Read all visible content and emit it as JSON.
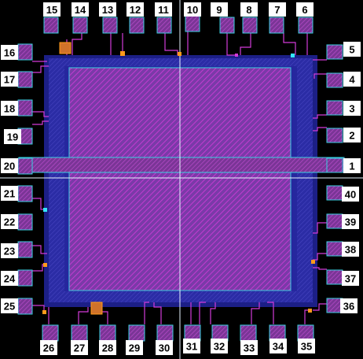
{
  "colors": {
    "background": "#000000",
    "substrate": "#1a1f8a",
    "die": "#2d2ea8",
    "core_fill": "#7a3aa8",
    "core_hatch": "#c23bd0",
    "pad_fill": "#8b3d9b",
    "pad_outline": "#3ad0e0",
    "wire": "#d23bd8",
    "crosshair": "#dff4ff",
    "label_bg": "#ffffff",
    "label_text": "#000000",
    "via_orange": "#ff9a1a",
    "via_cyan": "#33e6ff"
  },
  "pins": {
    "top": [
      {
        "label": "15"
      },
      {
        "label": "14"
      },
      {
        "label": "13"
      },
      {
        "label": "12"
      },
      {
        "label": "11"
      },
      {
        "label": "10"
      },
      {
        "label": "9"
      },
      {
        "label": "8"
      },
      {
        "label": "7"
      },
      {
        "label": "6"
      }
    ],
    "right": [
      {
        "label": "5"
      },
      {
        "label": "4"
      },
      {
        "label": "3"
      },
      {
        "label": "2"
      },
      {
        "label": "1"
      },
      {
        "label": "40"
      },
      {
        "label": "39"
      },
      {
        "label": "38"
      },
      {
        "label": "37"
      },
      {
        "label": "36"
      }
    ],
    "left": [
      {
        "label": "16"
      },
      {
        "label": "17"
      },
      {
        "label": "18"
      },
      {
        "label": "19"
      },
      {
        "label": "20"
      },
      {
        "label": "21"
      },
      {
        "label": "22"
      },
      {
        "label": "23"
      },
      {
        "label": "24"
      },
      {
        "label": "25"
      }
    ],
    "bottom": [
      {
        "label": "26"
      },
      {
        "label": "27"
      },
      {
        "label": "28"
      },
      {
        "label": "29"
      },
      {
        "label": "30"
      },
      {
        "label": "31"
      },
      {
        "label": "32"
      },
      {
        "label": "33"
      },
      {
        "label": "34"
      },
      {
        "label": "35"
      }
    ]
  }
}
